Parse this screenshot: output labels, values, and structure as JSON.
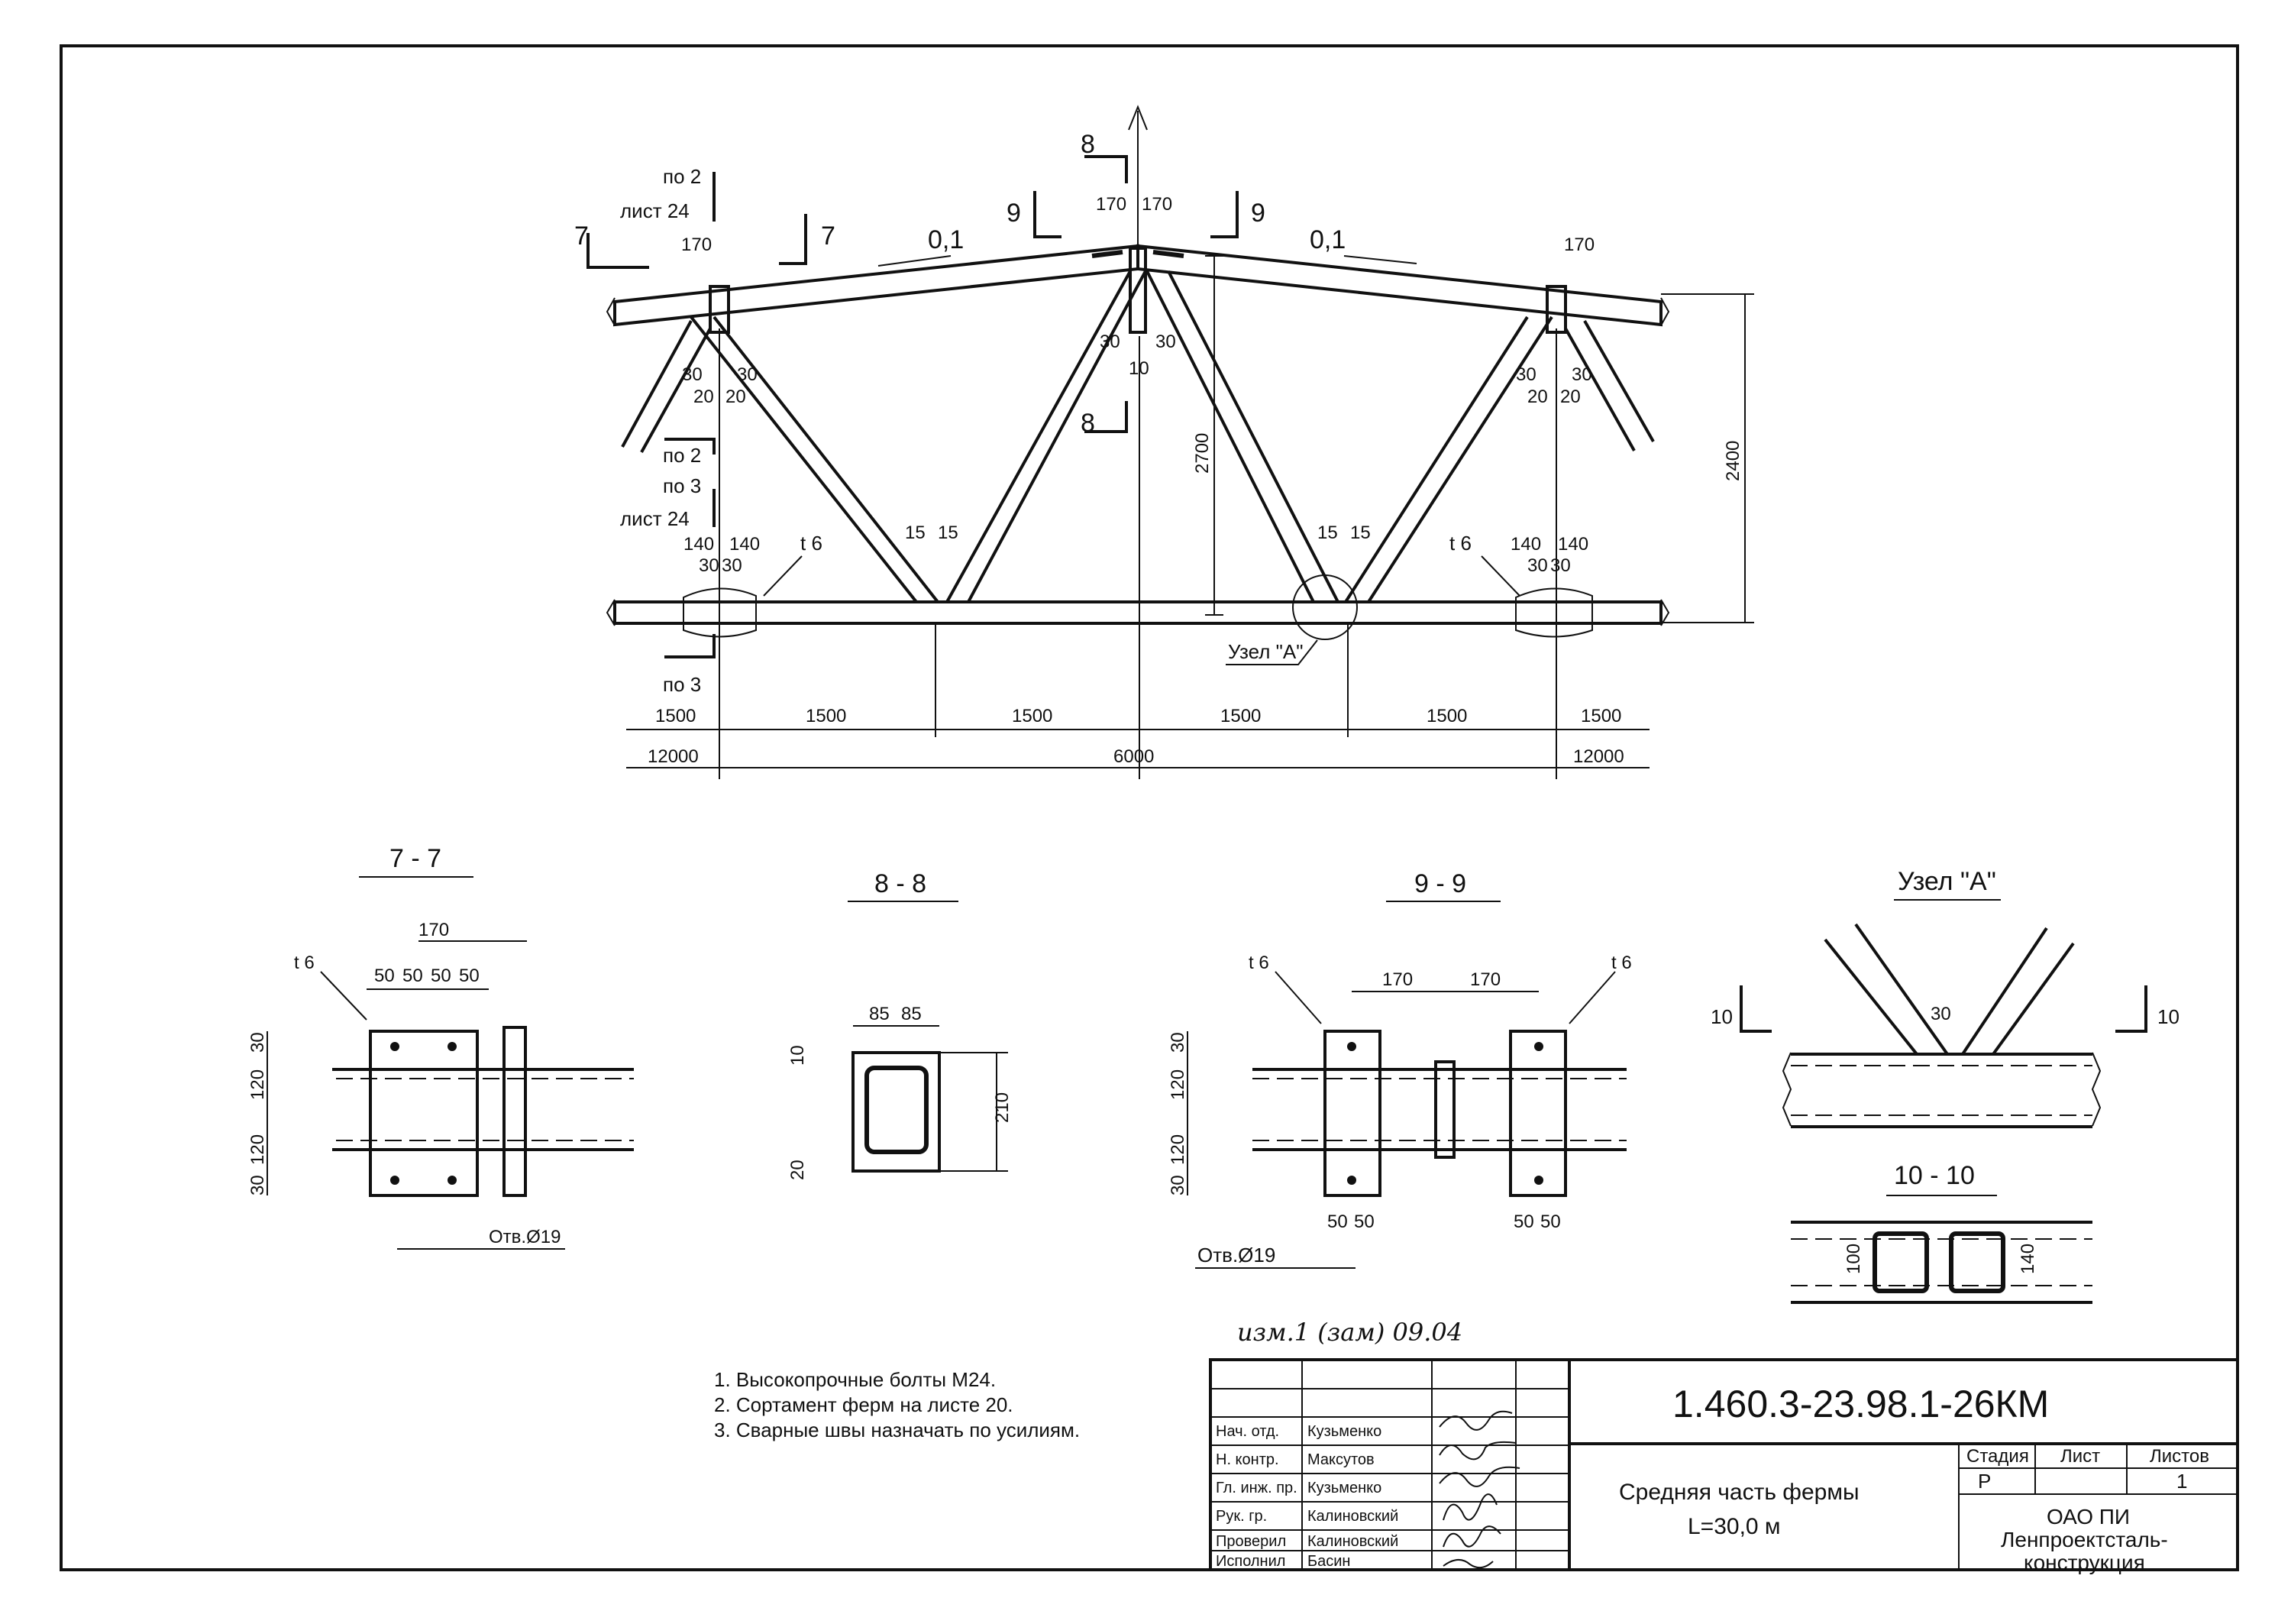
{
  "elevation": {
    "slope_left": "0,1",
    "slope_right": "0,1",
    "height_total": "2400",
    "height_mid": "2700",
    "node_label": "Узел \"А\"",
    "plate_label": "t 6",
    "sec7": "7",
    "sec8": "8",
    "sec9": "9",
    "ref_po2": "по 2",
    "ref_po3": "по 3",
    "ref_list": "лист 24",
    "d170": "170",
    "d140": "140",
    "d30": "30",
    "d20": "20",
    "d15": "15",
    "d10": "10",
    "spans": [
      "1500",
      "1500",
      "1500",
      "1500",
      "1500",
      "1500"
    ],
    "overall": [
      "12000",
      "6000",
      "12000"
    ]
  },
  "sections": {
    "s77": {
      "title": "7 - 7",
      "plate": "t 6",
      "d170": "170",
      "d50": "50",
      "d30": "30",
      "d120": "120",
      "hole": "Отв.Ø19"
    },
    "s88": {
      "title": "8 - 8",
      "d85": "85",
      "d10": "10",
      "d20": "20",
      "d210": "210"
    },
    "s99": {
      "title": "9 - 9",
      "plate": "t 6",
      "d170": "170",
      "d50": "50",
      "d30": "30",
      "d120": "120",
      "hole": "Отв.Ø19"
    },
    "nodeA": {
      "title": "Узел \"А\"",
      "d30": "30",
      "cut": "10"
    },
    "s1010": {
      "title": "10 - 10",
      "d100": "100",
      "d140": "140"
    }
  },
  "revision": "изм.1 (зам) 09.04",
  "notes": [
    "1. Высокопрочные болты М24.",
    "2. Сортамент ферм на листе 20.",
    "3. Сварные швы назначать по усилиям."
  ],
  "titleblock": {
    "code": "1.460.3-23.98.1-26КМ",
    "title1": "Средняя часть фермы",
    "title2": "L=30,0 м",
    "stage_h": "Стадия",
    "sheet_h": "Лист",
    "sheets_h": "Листов",
    "stage": "Р",
    "sheet": "",
    "sheets": "1",
    "org1": "ОАО  ПИ",
    "org2": "Ленпроектсталь-",
    "org3": "конструкция",
    "roles": [
      "Нач. отд.",
      "Н. контр.",
      "Гл. инж. пр.",
      "Рук. гр.",
      "Проверил",
      "Исполнил"
    ],
    "names": [
      "Кузьменко",
      "Максутов",
      "Кузьменко",
      "Калиновский",
      "Калиновский",
      "Басин"
    ]
  }
}
